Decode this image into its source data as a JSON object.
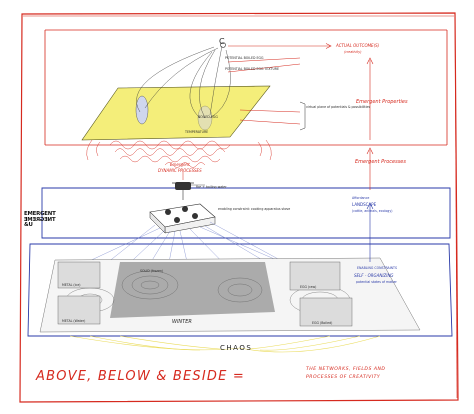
{
  "title": {
    "main": "ABOVE, BELOW & BESIDE =",
    "sub_line1": "THE NETWORKS, FIELDS AND",
    "sub_line2": "PROCESSES OF CREATIVITY"
  },
  "levels": {
    "top_outcome": "ACTUAL OUTCOME(S)",
    "top_outcome_sub": "(creativity)",
    "emergent_properties": "Emergent Properties",
    "emergent_processes": "Emergent Processes",
    "dynamic_processes_line1": "Emergent",
    "dynamic_processes_line2": "DYNAMIC PROCESSES",
    "temperature": "TEMPERATURE",
    "boiled_egg": "BOILED EGG",
    "fire_boiling_water": "fire + boiling water",
    "enabling_constraints": "ENABLING CONSTRAINTS",
    "chaos": "CHAOS",
    "winter": "WINTER",
    "self_organizing": "SELF - ORGANIZING",
    "self_organizing_sub": "potential states of matter",
    "landscape": "LANDSCAPE",
    "landscape_pre": "Affordance"
  },
  "notes": {
    "potential_boiled_egg": "POTENTIAL BOILED EGG",
    "potential_boiled_egg2": "POTENTIAL BOILED EGG TEXTURE",
    "virtual_plane": "virtual plane of potentials & possibilities",
    "stove_note": "enabling constraint: cooking apparatus stove",
    "landscape_note": "(cattle, animals, ecology)"
  },
  "corners": {
    "top_left": "METAL (ice)",
    "bottom_left": "METAL (Water)",
    "top_right": "EGG (raw)",
    "bottom_right": "EGG (Boiled)",
    "center": "SOLID (frozen)"
  },
  "logo": {
    "line1": "EMERGENT",
    "line2": "TNEGREME",
    "line3": "&U"
  },
  "letters": {
    "c": "C"
  },
  "colors": {
    "red": "#d62a1f",
    "blue": "#2a3aa8",
    "yellow": "#f4ee7a",
    "ink": "#2b2b2b",
    "gray": "#9b9b9b"
  }
}
